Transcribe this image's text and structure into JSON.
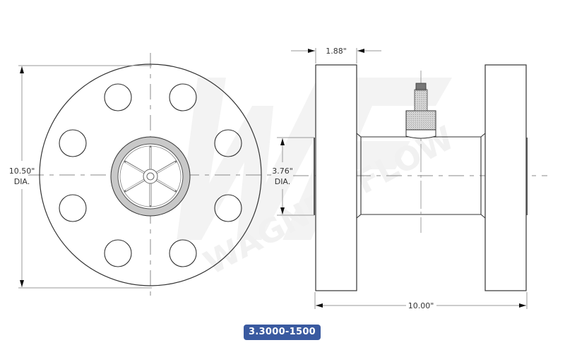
{
  "drawing": {
    "watermark": {
      "logo": "WF",
      "text": "WAGNER FLOW"
    },
    "front_view": {
      "flange_diameter_label": "10.50\"",
      "flange_diameter_suffix": "DIA.",
      "bolt_hole_count": 8
    },
    "side_view": {
      "flange_thickness_label": "1.88\"",
      "bore_diameter_label": "3.76\"",
      "bore_diameter_suffix": "DIA.",
      "overall_length_label": "10.00\""
    },
    "colors": {
      "line": "#333333",
      "dim_line": "#999999",
      "ring_fill": "#c8c8c8",
      "badge": "#3a5aa0",
      "watermark": "#f1f1f1"
    }
  },
  "badge": {
    "part_number": "3.3000-1500"
  }
}
